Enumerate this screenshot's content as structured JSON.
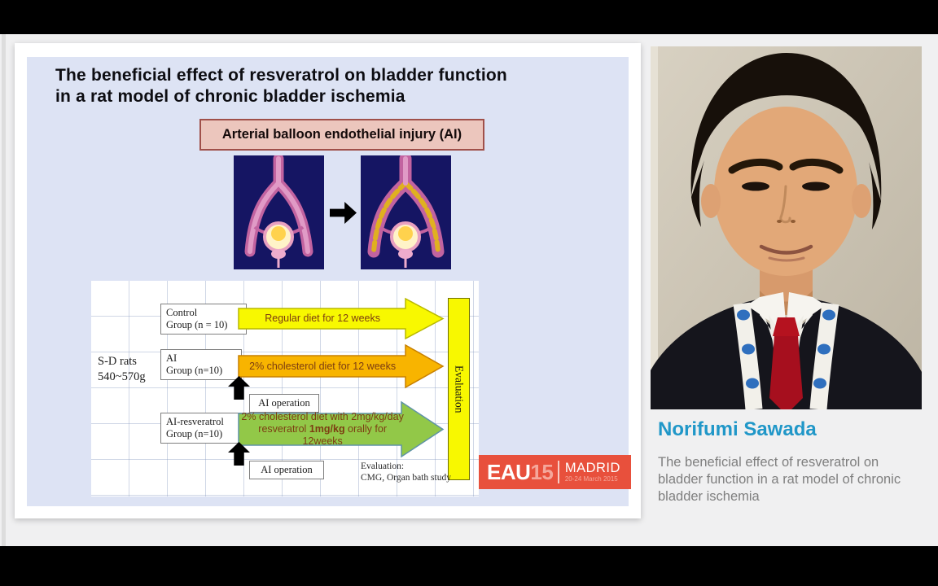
{
  "slide": {
    "title": {
      "line1": "The beneficial effect of resveratrol on bladder function",
      "line2": "in a rat model of chronic bladder ischemia"
    },
    "banner": "Arterial balloon endothelial injury (AI)",
    "diagram": {
      "subject_line1": "S-D rats",
      "subject_line2": "540~570g",
      "evaluation_bar": "Evaluation",
      "ai_operation": "AI operation",
      "groups": [
        {
          "label_line1": "Control",
          "label_line2": "Group (n = 10)",
          "arrow_text": "Regular diet for 12 weeks"
        },
        {
          "label_line1": "AI",
          "label_line2": "Group (n=10)",
          "arrow_text": "2% cholesterol diet for 12 weeks"
        },
        {
          "label_line1": "AI-resveratrol",
          "label_line2": "Group (n=10)",
          "arrow_line1": "2% cholesterol diet with 2mg/kg/day",
          "arrow_line2_pre": "resveratrol ",
          "arrow_line2_bold": "1mg/kg",
          "arrow_line2_post": " orally for 12weeks"
        }
      ],
      "evaluation_note_line1": "Evaluation:",
      "evaluation_note_line2": "CMG, Organ bath study"
    },
    "eau_logo": {
      "brand": "EAU",
      "year": "15",
      "city": "MADRID",
      "dates": "20-24 March 2015"
    }
  },
  "speaker": {
    "name": "Norifumi Sawada",
    "talk_title": "The beneficial effect of resveratrol on bladder function in a rat model of chronic bladder ischemia"
  },
  "colors": {
    "accent_blue": "#2097c8",
    "eau_red": "#e8503c",
    "arrow_yellow": "#f8f800",
    "arrow_yellow_border": "#b8b800",
    "arrow_orange": "#f8b400",
    "arrow_orange_border": "#c88000",
    "arrow_green": "#92c848",
    "arrow_green_border": "#5f93a6",
    "slide_bg": "#dde3f4",
    "banner_pink": "#ecc6bd"
  }
}
